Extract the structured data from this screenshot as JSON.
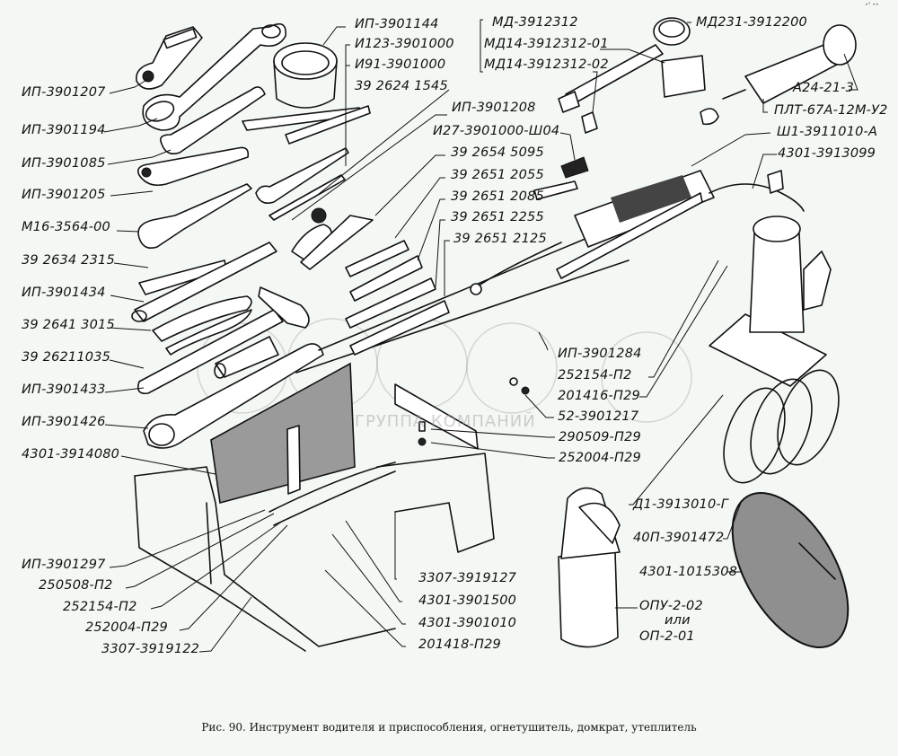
{
  "figure": {
    "caption": "Рис. 90.  Инструмент водителя и приспособления, огнетушитель, домкрат, утеплитель",
    "watermark": "ГРУППА КОМПАНИЙ",
    "corner_mark": "•° ••"
  },
  "labels": [
    {
      "id": "ip-3901207",
      "text": "ИП-3901207",
      "pos": "left"
    },
    {
      "id": "ip-3901194",
      "text": "ИП-3901194",
      "pos": "left"
    },
    {
      "id": "ip-3901085",
      "text": "ИП-3901085",
      "pos": "left"
    },
    {
      "id": "ip-3901205",
      "text": "ИП-3901205",
      "pos": "left"
    },
    {
      "id": "m16-3564-00",
      "text": "М16-3564-00",
      "pos": "left"
    },
    {
      "id": "39-2634-2315",
      "text": "39 2634 2315",
      "pos": "left"
    },
    {
      "id": "ip-3901434",
      "text": "ИП-3901434",
      "pos": "left"
    },
    {
      "id": "39-2641-3015",
      "text": "39 2641 3015",
      "pos": "left"
    },
    {
      "id": "39-2621-1035",
      "text": "39 26211035",
      "pos": "left"
    },
    {
      "id": "ip-3901433",
      "text": "ИП-3901433",
      "pos": "left"
    },
    {
      "id": "ip-3901426",
      "text": "ИП-3901426",
      "pos": "left"
    },
    {
      "id": "4301-3914080",
      "text": "4301-3914080",
      "pos": "left"
    },
    {
      "id": "ip-3901297",
      "text": "ИП-3901297",
      "pos": "left"
    },
    {
      "id": "250508-p2",
      "text": "250508-П2",
      "pos": "left"
    },
    {
      "id": "252154-p2-a",
      "text": "252154-П2",
      "pos": "left"
    },
    {
      "id": "252004-p29-a",
      "text": "252004-П29",
      "pos": "left"
    },
    {
      "id": "3307-3919122",
      "text": "3307-3919122",
      "pos": "left"
    },
    {
      "id": "ip-3901144",
      "text": "ИП-3901144",
      "pos": "top"
    },
    {
      "id": "i123-3901000",
      "text": "И123-3901000",
      "pos": "top"
    },
    {
      "id": "i91-3901000",
      "text": "И91-3901000",
      "pos": "top"
    },
    {
      "id": "39-2624-1545",
      "text": "39 2624 1545",
      "pos": "top"
    },
    {
      "id": "ip-3901208",
      "text": "ИП-3901208",
      "pos": "mid"
    },
    {
      "id": "i27-3901000-sh04",
      "text": "И27-3901000-Ш04",
      "pos": "mid"
    },
    {
      "id": "39-2654-5095",
      "text": "39 2654 5095",
      "pos": "mid"
    },
    {
      "id": "39-2651-2055",
      "text": "39 2651 2055",
      "pos": "mid"
    },
    {
      "id": "39-2651-2085",
      "text": "39 2651 2085",
      "pos": "mid"
    },
    {
      "id": "39-2651-2255",
      "text": "39 2651 2255",
      "pos": "mid"
    },
    {
      "id": "39-2651-2125",
      "text": "39 2651 2125",
      "pos": "mid"
    },
    {
      "id": "md-3912312",
      "text": "МД-3912312",
      "pos": "top"
    },
    {
      "id": "md14-3912312-01",
      "text": "МД14-3912312-01",
      "pos": "top"
    },
    {
      "id": "md14-3912312-02",
      "text": "МД14-3912312-02",
      "pos": "top"
    },
    {
      "id": "md231-3912200",
      "text": "МД231-3912200",
      "pos": "top"
    },
    {
      "id": "a24-21-3",
      "text": "А24-21-3",
      "pos": "right"
    },
    {
      "id": "plt-67a-12m-u2",
      "text": "ПЛТ-67А-12М-У2",
      "pos": "right"
    },
    {
      "id": "sh1-3911010-a",
      "text": "Ш1-3911010-А",
      "pos": "right"
    },
    {
      "id": "4301-3913099",
      "text": "4301-3913099",
      "pos": "right"
    },
    {
      "id": "ip-3901284",
      "text": "ИП-3901284",
      "pos": "mid"
    },
    {
      "id": "252154-p2-b",
      "text": "252154-П2",
      "pos": "mid"
    },
    {
      "id": "201416-p29",
      "text": "201416-П29",
      "pos": "mid"
    },
    {
      "id": "52-3901217",
      "text": "52-3901217",
      "pos": "mid"
    },
    {
      "id": "290509-p29",
      "text": "290509-П29",
      "pos": "mid"
    },
    {
      "id": "252004-p29-b",
      "text": "252004-П29",
      "pos": "mid"
    },
    {
      "id": "3307-3919127",
      "text": "3307-3919127",
      "pos": "bottom"
    },
    {
      "id": "4301-3901500",
      "text": "4301-3901500",
      "pos": "bottom"
    },
    {
      "id": "4301-3901010",
      "text": "4301-3901010",
      "pos": "bottom"
    },
    {
      "id": "201418-p29",
      "text": "201418-П29",
      "pos": "bottom"
    },
    {
      "id": "d1-3913010-g",
      "text": "Д1-3913010-Г",
      "pos": "right"
    },
    {
      "id": "40p-3901472",
      "text": "40П-3901472",
      "pos": "right"
    },
    {
      "id": "4301-1015308",
      "text": "4301-1015308",
      "pos": "right"
    },
    {
      "id": "opu-2-02",
      "text": "ОПУ-2-02",
      "pos": "right"
    },
    {
      "id": "ili",
      "text": "или",
      "pos": "right"
    },
    {
      "id": "op-2-01",
      "text": "ОП-2-01",
      "pos": "right"
    }
  ]
}
